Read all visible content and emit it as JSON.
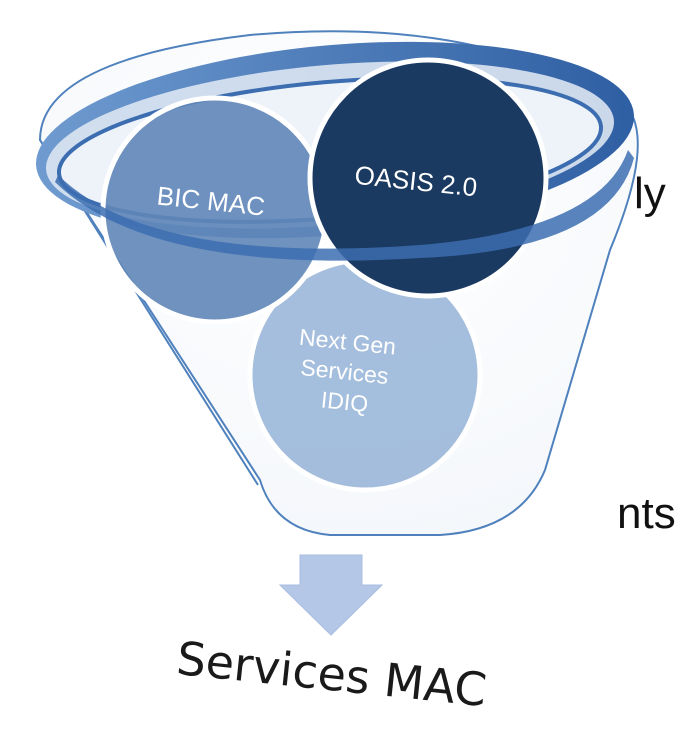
{
  "side_text": {
    "fragment_top": "ly",
    "fragment_bottom": "nts"
  },
  "funnel": {
    "circles": [
      {
        "label_lines": [
          "BIC MAC"
        ]
      },
      {
        "label_lines": [
          "OASIS 2.0"
        ]
      },
      {
        "label_lines": [
          "Next Gen",
          "Services",
          "IDIQ"
        ]
      }
    ],
    "output_label": "Services MAC"
  },
  "colors": {
    "funnel_edge": "#4f81bd",
    "funnel_rim_dark": "#3c6db0",
    "funnel_rim_inner": "#dce6f2",
    "circle_bic": "#5f86b8",
    "circle_oasis": "#1b3a61",
    "circle_nextgen": "#95b3d7",
    "arrow": "#b4c7e7"
  }
}
